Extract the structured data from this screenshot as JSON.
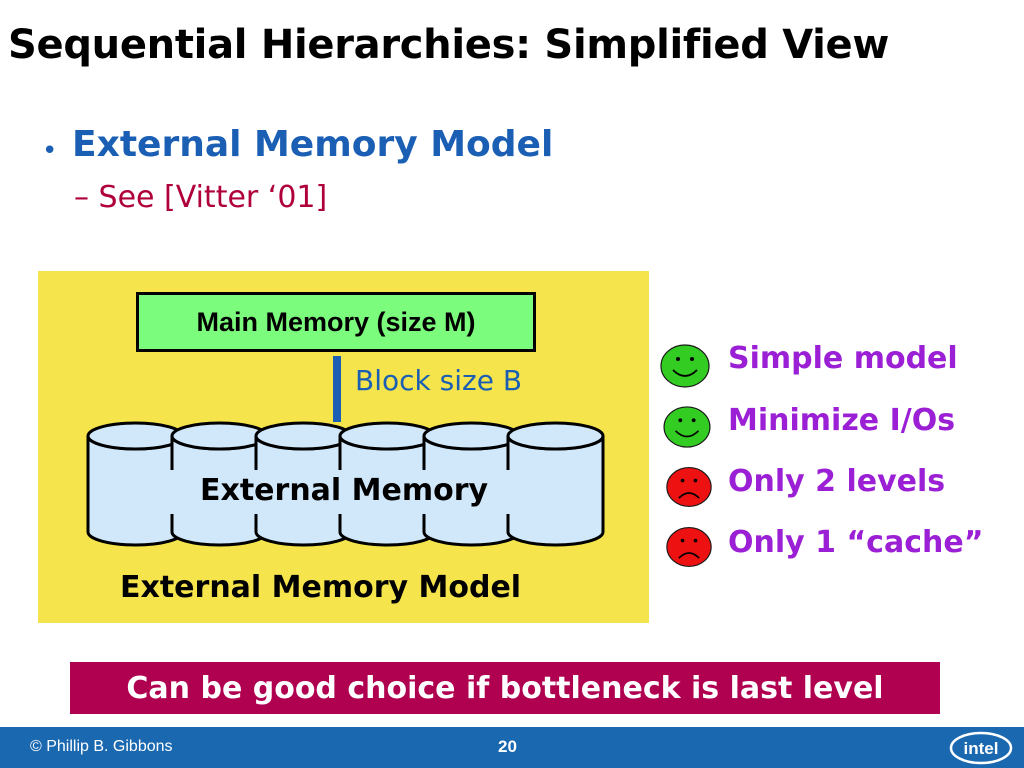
{
  "slide": {
    "title": "Sequential Hierarchies: Simplified View",
    "bullet": "External Memory Model",
    "sub_bullet": "– See [Vitter ‘01]"
  },
  "diagram": {
    "main_memory_label": "Main Memory (size M)",
    "block_label": "Block size B",
    "external_memory_label": "External Memory",
    "caption": "External Memory Model",
    "panel_color": "#f5e44c",
    "main_memory_color": "#7cfc7c",
    "disk_color": "#d0e8fa",
    "disk_count": 6
  },
  "evaluation": [
    {
      "text": "Simple model",
      "sentiment": "happy",
      "face_color": "#33cc22"
    },
    {
      "text": "Minimize I/Os",
      "sentiment": "happy",
      "face_color": "#33cc22"
    },
    {
      "text": "Only 2 levels",
      "sentiment": "sad",
      "face_color": "#ee1111"
    },
    {
      "text": "Only 1 “cache”",
      "sentiment": "sad",
      "face_color": "#ee1111"
    }
  ],
  "conclusion": "Can be good choice if bottleneck is last level",
  "footer": {
    "author": "© Phillip B. Gibbons",
    "page_number": "20",
    "logo_text": "intel"
  }
}
